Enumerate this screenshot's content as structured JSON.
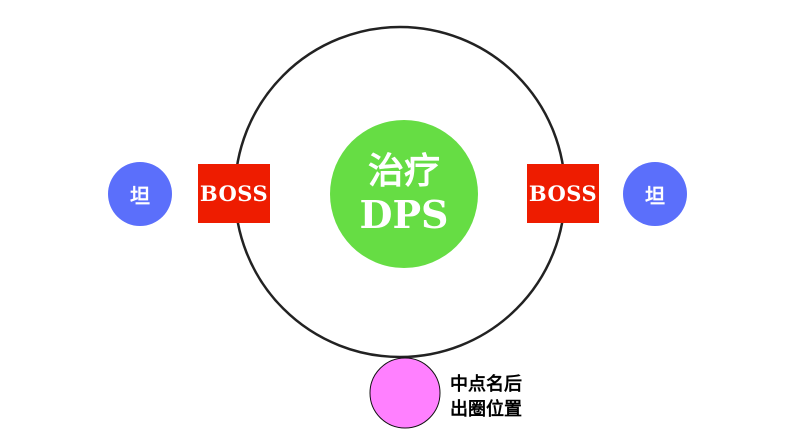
{
  "colors": {
    "boss": "#ee1c00",
    "tank": "#5b6ffb",
    "center": "#66dd44",
    "spread": "#ff80ff",
    "ring": "#222222"
  },
  "center": {
    "line1": "治疗",
    "line2": "DPS"
  },
  "boss_left": "BOSS",
  "boss_right": "BOSS",
  "tank_left": "坦",
  "tank_right": "坦",
  "note": {
    "line1": "中点名后",
    "line2": "出圈位置"
  }
}
